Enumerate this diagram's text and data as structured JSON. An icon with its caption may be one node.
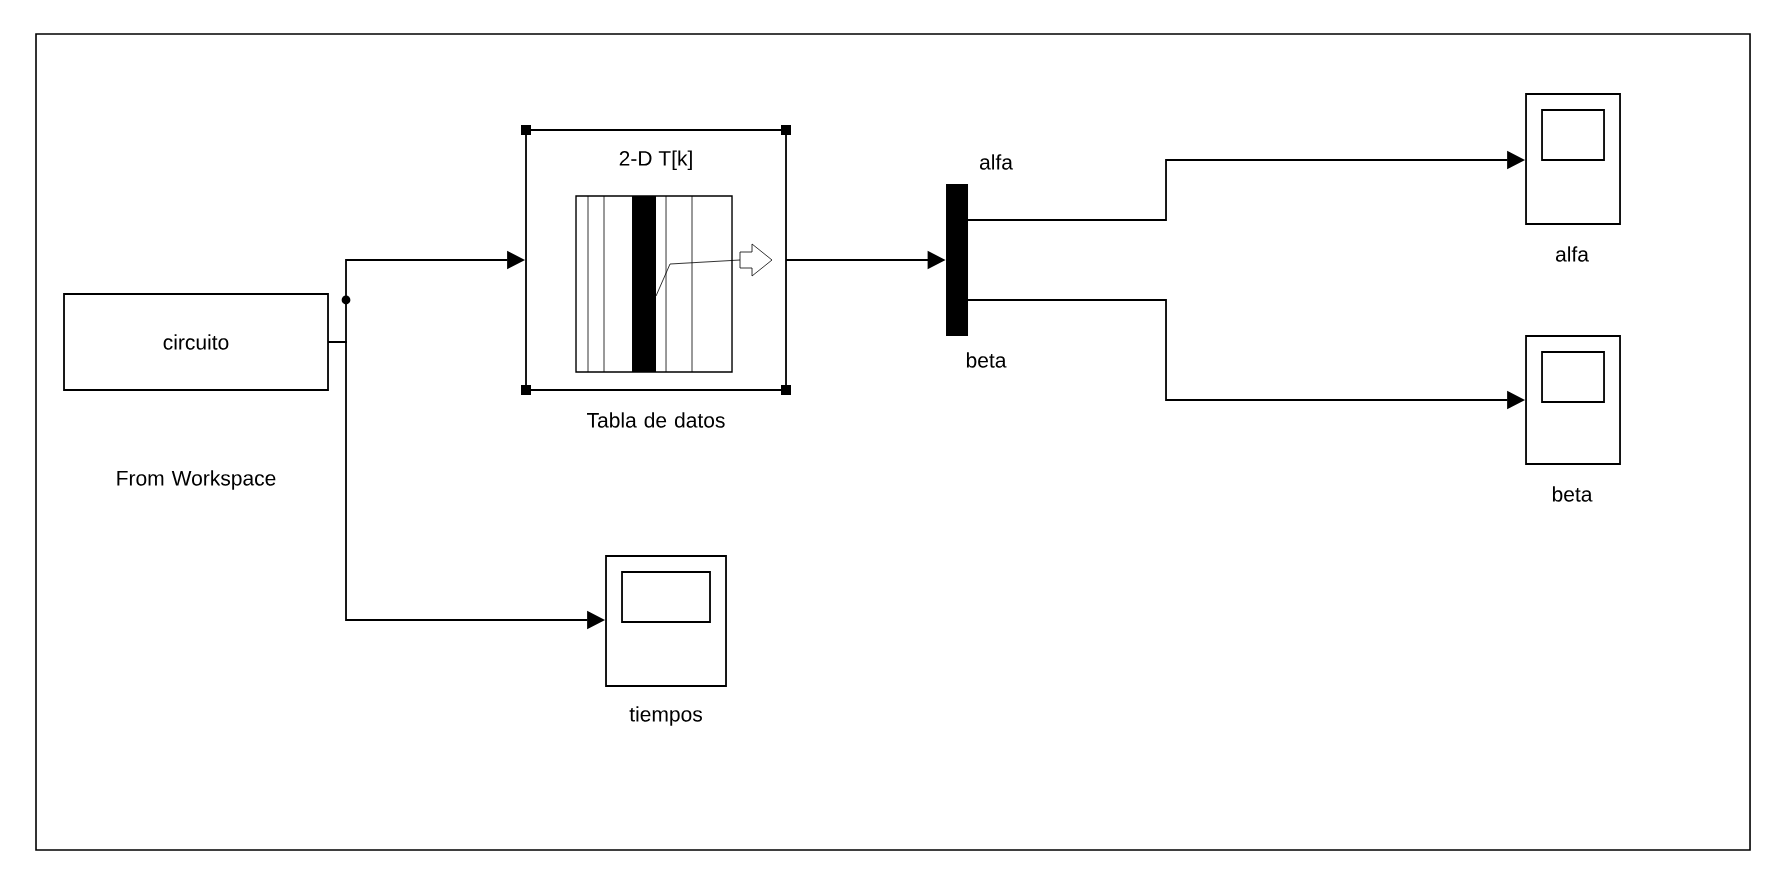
{
  "diagram": {
    "nodes": [
      {
        "text": [
          "circuito"
        ],
        "beside": [
          "From Workspace"
        ]
      },
      {
        "text": [
          "2-D T[k]"
        ],
        "beside": [
          "Tabla de datos"
        ]
      },
      {
        "text": [],
        "shape": "bar",
        "beside": [
          "alfa",
          "beta"
        ]
      },
      {
        "text": [],
        "shape": "box",
        "beside": [
          "alfa"
        ]
      },
      {
        "text": [],
        "shape": "box",
        "beside": [
          "beta"
        ]
      },
      {
        "text": [],
        "shape": "box",
        "beside": [
          "tiempos"
        ]
      }
    ],
    "edges": [
      {
        "from": 0,
        "to": 1,
        "arrow": "to"
      },
      {
        "from": 0,
        "to": 5,
        "arrow": "to"
      },
      {
        "from": 1,
        "to": 2,
        "arrow": "to"
      },
      {
        "from": 2,
        "to": 3,
        "arrow": "to"
      },
      {
        "from": 2,
        "to": 4,
        "arrow": "to"
      }
    ]
  }
}
